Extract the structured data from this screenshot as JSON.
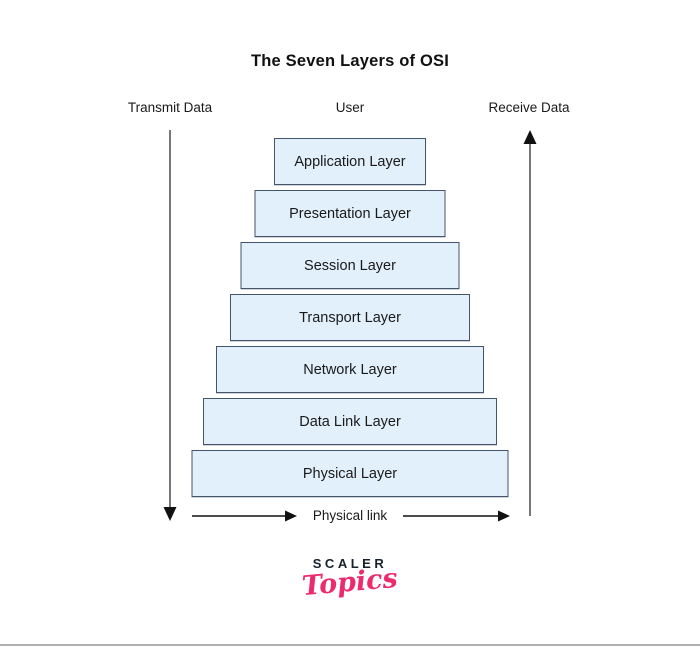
{
  "title": "The Seven Layers of OSI",
  "labels": {
    "transmit": "Transmit Data",
    "user": "User",
    "receive": "Receive Data",
    "physical_link": "Physical link"
  },
  "layers": [
    "Application Layer",
    "Presentation Layer",
    "Session Layer",
    "Transport Layer",
    "Network Layer",
    "Data Link Layer",
    "Physical Layer"
  ],
  "icons": {
    "transmit_arrow": "down-arrow",
    "receive_arrow": "up-arrow",
    "physical_link_left_arrow": "right-arrow",
    "physical_link_right_arrow": "right-arrow"
  },
  "logo": {
    "brand": "SCALER",
    "sub": "Topics"
  },
  "colors": {
    "box_fill": "#e2f0fb",
    "box_border": "#44546a",
    "line": "#555555",
    "arrowhead": "#111111",
    "brand_navy": "#15212d",
    "brand_pink": "#ec2a6c",
    "footer_divider": "#b0b0b0"
  }
}
